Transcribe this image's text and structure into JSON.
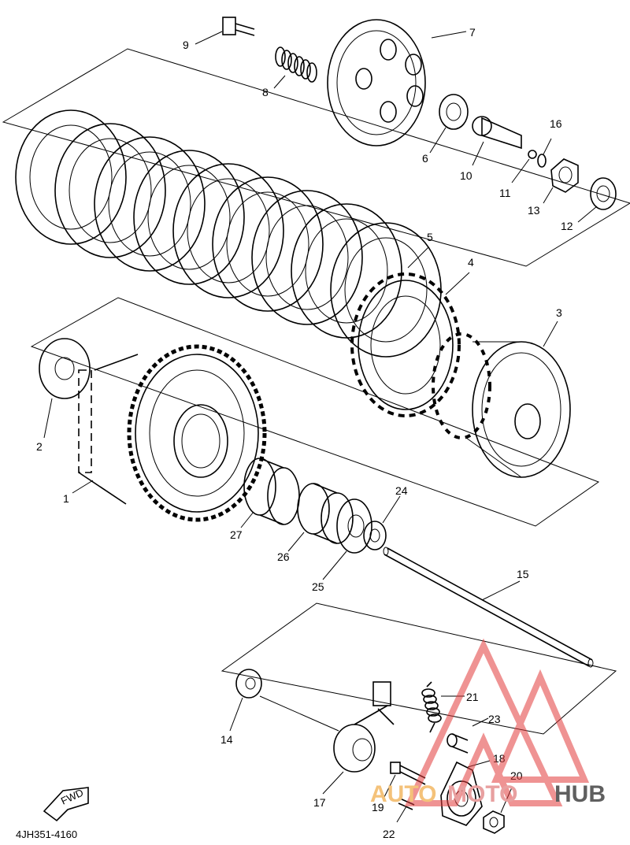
{
  "diagram_code": "4JH351-4160",
  "fwd_label": "FWD",
  "watermark": {
    "part1": "AUTO",
    "part2": "MOTO",
    "part3": "HUB",
    "color": "#e23b3b"
  },
  "callouts": [
    "1",
    "2",
    "3",
    "4",
    "5",
    "6",
    "7",
    "8",
    "9",
    "10",
    "11",
    "12",
    "13",
    "14",
    "15",
    "16",
    "17",
    "18",
    "19",
    "20",
    "21",
    "22",
    "23",
    "24",
    "25",
    "26",
    "27"
  ]
}
